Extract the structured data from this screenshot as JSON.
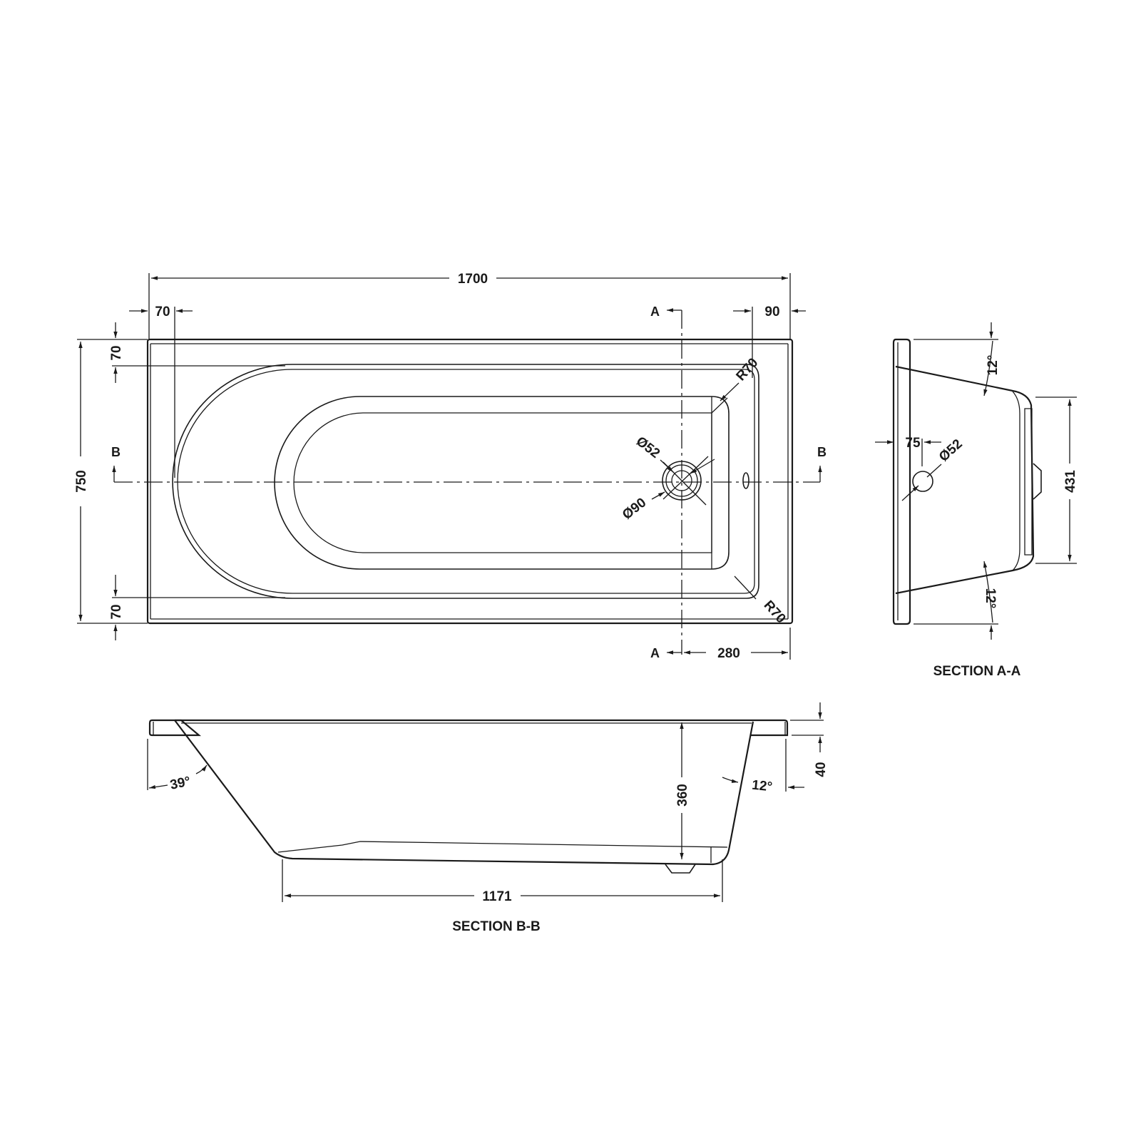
{
  "drawing": {
    "subject": "Single-ended bath technical drawing",
    "units": "mm",
    "line_color": "#1a1a1a",
    "background": "#ffffff"
  },
  "plan_view": {
    "overall_length": "1700",
    "overall_width": "750",
    "left_rim": "70",
    "right_rim": "90",
    "top_rim": "70",
    "bottom_rim": "70",
    "corner_radius_top": "R70",
    "corner_radius_bottom": "R70",
    "waste_inner_dia": "Ø52",
    "waste_outer_dia": "Ø90",
    "waste_offset_from_end": "280",
    "section_marker_a_top": "A",
    "section_marker_a_bottom": "A",
    "section_marker_b_left": "B",
    "section_marker_b_right": "B"
  },
  "section_aa": {
    "title": "SECTION A-A",
    "top_angle": "12°",
    "bottom_angle": "12°",
    "overflow_offset": "75",
    "overflow_dia": "Ø52",
    "base_width": "431"
  },
  "section_bb": {
    "title": "SECTION B-B",
    "end_angle": "39°",
    "foot_angle": "12°",
    "depth": "360",
    "rim_thickness": "40",
    "base_length": "1171"
  }
}
